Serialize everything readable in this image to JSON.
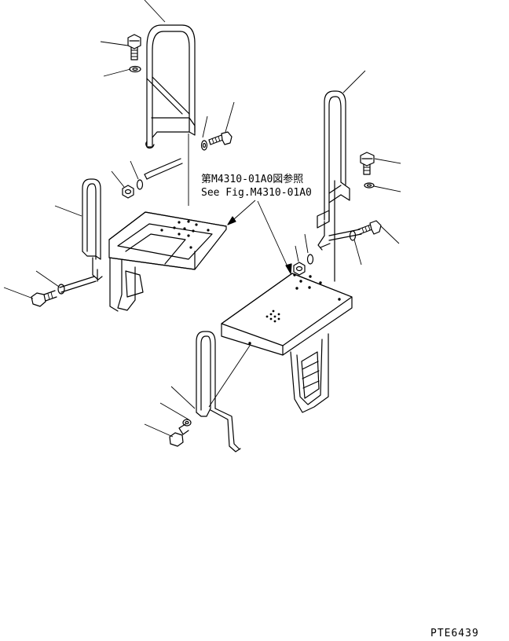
{
  "diagram": {
    "reference_note": {
      "line1": "第M4310-01A0図参照",
      "line2": "See Fig.M4310-01A0"
    },
    "drawing_code": "PTE6439"
  }
}
